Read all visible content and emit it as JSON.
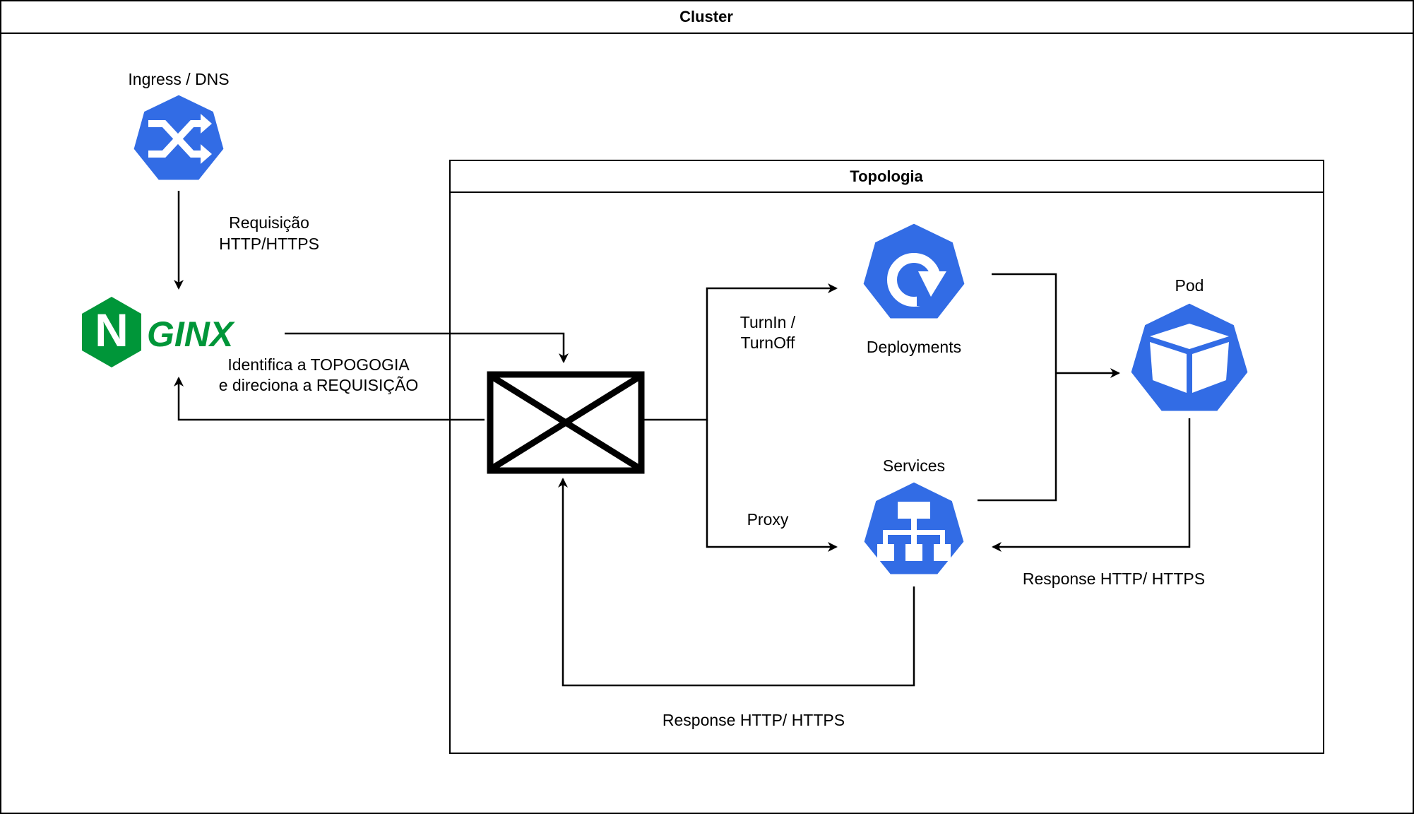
{
  "cluster": {
    "title": "Cluster"
  },
  "topology": {
    "title": "Topologia"
  },
  "nodes": {
    "ingress": {
      "label": "Ingress / DNS",
      "icon": "kubernetes-ingress-icon"
    },
    "nginx": {
      "logo_text_first": "N",
      "logo_text_rest": "GINX",
      "icon": "nginx-logo"
    },
    "gateway": {
      "icon": "x-box-gateway-icon"
    },
    "deployments": {
      "label": "Deployments",
      "icon": "kubernetes-deployment-icon"
    },
    "services": {
      "label": "Services",
      "icon": "kubernetes-service-icon"
    },
    "pod": {
      "label": "Pod",
      "icon": "kubernetes-pod-icon"
    }
  },
  "edges": {
    "request": {
      "line1": "Requisição",
      "line2": "HTTP/HTTPS"
    },
    "identify": {
      "line1": "Identifica a TOPOGOGIA",
      "line2": "e direciona a REQUISIÇÃO"
    },
    "turn": {
      "line1": "TurnIn /",
      "line2": "TurnOff"
    },
    "proxy": {
      "label": "Proxy"
    },
    "pod_response": {
      "label": "Response HTTP/ HTTPS"
    },
    "service_response": {
      "label": "Response HTTP/ HTTPS"
    }
  },
  "colors": {
    "kubernetes_blue": "#326CE5",
    "nginx_green": "#009639",
    "line": "#000000"
  }
}
